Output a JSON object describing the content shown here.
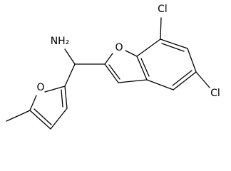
{
  "molecule": {
    "atoms": {
      "amine": "NH₂",
      "furan_oxygen": "O",
      "benzofuran_oxygen": "O",
      "chlorine_7": "Cl",
      "chlorine_5": "Cl"
    }
  }
}
